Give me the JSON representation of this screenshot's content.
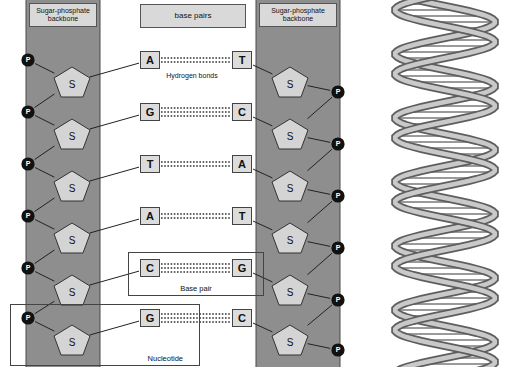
{
  "diagram": {
    "nodes": [
      {
        "text": [
          "Sugar-phosphate backbone"
        ]
      },
      {
        "text": [
          "base pairs"
        ]
      },
      {
        "text": [
          "Sugar-phosphate backbone"
        ]
      },
      {
        "text": [
          "P"
        ],
        "in": 0
      },
      {
        "text": [
          "S"
        ],
        "in": 0
      },
      {
        "text": [
          "A"
        ]
      },
      {
        "text": [
          "T"
        ]
      },
      {
        "text": [
          "S"
        ],
        "in": 2
      },
      {
        "text": [
          "P"
        ],
        "in": 2
      },
      {
        "text": [
          "P"
        ],
        "in": 0
      },
      {
        "text": [
          "S"
        ],
        "in": 0
      },
      {
        "text": [
          "G"
        ]
      },
      {
        "text": [
          "C"
        ]
      },
      {
        "text": [
          "S"
        ],
        "in": 2
      },
      {
        "text": [
          "P"
        ],
        "in": 2
      },
      {
        "text": [
          "P"
        ],
        "in": 0
      },
      {
        "text": [
          "S"
        ],
        "in": 0
      },
      {
        "text": [
          "T"
        ]
      },
      {
        "text": [
          "A"
        ]
      },
      {
        "text": [
          "S"
        ],
        "in": 2
      },
      {
        "text": [
          "P"
        ],
        "in": 2
      },
      {
        "text": [
          "P"
        ],
        "in": 0
      },
      {
        "text": [
          "S"
        ],
        "in": 0
      },
      {
        "text": [
          "A"
        ]
      },
      {
        "text": [
          "T"
        ]
      },
      {
        "text": [
          "S"
        ],
        "in": 2
      },
      {
        "text": [
          "P"
        ],
        "in": 2
      },
      {
        "text": [
          "Base pair"
        ]
      },
      {
        "text": [
          "P"
        ],
        "in": 0
      },
      {
        "text": [
          "S"
        ],
        "in": 0
      },
      {
        "text": [
          "C"
        ],
        "in": 27
      },
      {
        "text": [
          "G"
        ],
        "in": 27
      },
      {
        "text": [
          "S"
        ],
        "in": 2
      },
      {
        "text": [
          "P"
        ],
        "in": 2
      },
      {
        "text": [
          "Nucleotide"
        ]
      },
      {
        "text": [
          "P"
        ],
        "in": 0
      },
      {
        "text": [
          "S"
        ],
        "in": 0
      },
      {
        "text": [
          "G"
        ],
        "in": 34
      },
      {
        "text": [
          "C"
        ]
      },
      {
        "text": [
          "S"
        ],
        "in": 2
      },
      {
        "text": [
          "P"
        ],
        "in": 2
      }
    ],
    "edges": [
      {
        "from": 4,
        "to": 5,
        "arrow": "none"
      },
      {
        "from": 5,
        "to": 6,
        "arrow": "none"
      },
      {
        "from": 6,
        "to": 7,
        "arrow": "none"
      },
      {
        "from": 10,
        "to": 11,
        "arrow": "none"
      },
      {
        "from": 11,
        "to": 12,
        "arrow": "none"
      },
      {
        "from": 12,
        "to": 13,
        "arrow": "none"
      },
      {
        "from": 16,
        "to": 17,
        "arrow": "none"
      },
      {
        "from": 17,
        "to": 18,
        "arrow": "none"
      },
      {
        "from": 18,
        "to": 19,
        "arrow": "none"
      },
      {
        "from": 22,
        "to": 23,
        "arrow": "none"
      },
      {
        "from": 23,
        "to": 24,
        "arrow": "none"
      },
      {
        "from": 24,
        "to": 25,
        "arrow": "none"
      },
      {
        "from": 29,
        "to": 30,
        "arrow": "none"
      },
      {
        "from": 30,
        "to": 31,
        "arrow": "none"
      },
      {
        "from": 31,
        "to": 32,
        "arrow": "none"
      },
      {
        "from": 36,
        "to": 37,
        "arrow": "none"
      },
      {
        "from": 37,
        "to": 38,
        "arrow": "none"
      },
      {
        "from": 38,
        "to": 39,
        "arrow": "none"
      },
      {
        "from": 3,
        "to": 4,
        "arrow": "none"
      },
      {
        "from": 4,
        "to": 9,
        "arrow": "none"
      },
      {
        "from": 9,
        "to": 10,
        "arrow": "none"
      },
      {
        "from": 10,
        "to": 15,
        "arrow": "none"
      },
      {
        "from": 15,
        "to": 16,
        "arrow": "none"
      },
      {
        "from": 16,
        "to": 21,
        "arrow": "none"
      },
      {
        "from": 21,
        "to": 22,
        "arrow": "none"
      },
      {
        "from": 22,
        "to": 28,
        "arrow": "none"
      },
      {
        "from": 28,
        "to": 29,
        "arrow": "none"
      },
      {
        "from": 29,
        "to": 35,
        "arrow": "none"
      },
      {
        "from": 35,
        "to": 36,
        "arrow": "none"
      },
      {
        "from": 7,
        "to": 8,
        "arrow": "none"
      },
      {
        "from": 8,
        "to": 13,
        "arrow": "none"
      },
      {
        "from": 13,
        "to": 14,
        "arrow": "none"
      },
      {
        "from": 14,
        "to": 19,
        "arrow": "none"
      },
      {
        "from": 19,
        "to": 20,
        "arrow": "none"
      },
      {
        "from": 20,
        "to": 25,
        "arrow": "none"
      },
      {
        "from": 25,
        "to": 26,
        "arrow": "none"
      },
      {
        "from": 26,
        "to": 32,
        "arrow": "none"
      },
      {
        "from": 32,
        "to": 33,
        "arrow": "none"
      },
      {
        "from": 33,
        "to": 39,
        "arrow": "none"
      },
      {
        "from": 39,
        "to": 40,
        "arrow": "none"
      }
    ],
    "labels": [
      "Hydrogen bonds"
    ]
  }
}
